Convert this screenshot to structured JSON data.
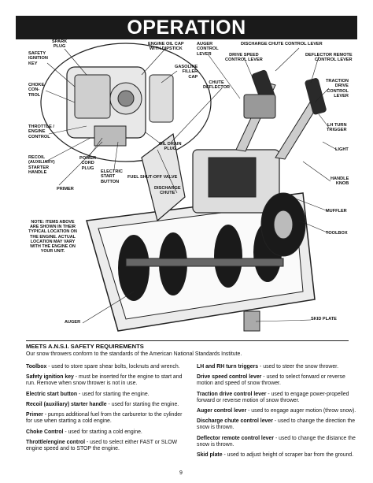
{
  "page": {
    "title": "OPERATION",
    "page_number": "9"
  },
  "figure": {
    "labels": {
      "spark_plug": "SPARK\nPLUG",
      "safety_key": "SAFETY\nIGNITION\nKEY",
      "choke": "CHOKE\nCON-\nTROL",
      "throttle": "THROTTLE /\nENGINE\nCONTROL",
      "recoil": "RECOIL\n(AUXILIARY)\nSTARTER\nHANDLE",
      "power_cord": "POWER\nCORD\nPLUG",
      "electric_start": "ELECTRIC\nSTART\nBUTTON",
      "primer": "PRIMER",
      "engine_oil_cap": "ENGINE OIL CAP\nWITH DIPSTICK",
      "gas_cap": "GASOLINE\nFILLER\nCAP",
      "oil_drain": "OIL DRAIN\nPLUG",
      "fuel_valve": "FUEL SHUT-OFF VALVE",
      "discharge_chute": "DISCHARGE\nCHUTE",
      "auger_lever": "AUGER\nCONTROL\nLEVER",
      "chute_deflector": "CHUTE\nDEFLECTOR",
      "drive_speed": "DRIVE SPEED\nCONTROL LEVER",
      "discharge_chute_lever": "DISCHARGE CHUTE CONTROL LEVER",
      "deflector_remote": "DEFLECTOR REMOTE\nCONTROL LEVER",
      "traction": "TRACTION\nDRIVE\nCONTROL\nLEVER",
      "lh_rh": "LH TURN\nTRIGGER",
      "light": "LIGHT",
      "handle_knob": "HANDLE\nKNOB",
      "muffler": "MUFFLER",
      "toolbox": "TOOLBOX",
      "skid_plate": "SKID PLATE",
      "auger": "AUGER",
      "note": "NOTE: ITEMS\nABOVE ARE\nSHOWN IN THEIR\nTYPICAL LOCATION\nON THE ENGINE.\nACTUAL LOCATION\nMAY VARY WITH\nTHE ENGINE ON\nYOUR UNIT."
    }
  },
  "ansi": {
    "heading": "MEETS A.N.S.I. SAFETY REQUIREMENTS",
    "text": "Our snow throwers conform to the standards of the American National Standards Institute."
  },
  "left_entries": [
    {
      "term": "Toolbox",
      "desc": " - used to store spare shear bolts, locknuts and wrench."
    },
    {
      "term": "Safety ignition key",
      "desc": " - must be inserted for the engine to start and run. Remove when snow thrower is not in use."
    },
    {
      "term": "Electric start button",
      "desc": " - used for starting the engine."
    },
    {
      "term": "Recoil (auxiliary) starter handle",
      "desc": " - used for starting the engine."
    },
    {
      "term": "Primer",
      "desc": " - pumps additional fuel from the carburetor to the cylinder for use when starting a cold engine."
    },
    {
      "term": "Choke Control",
      "desc": " - used for starting a cold engine."
    },
    {
      "term": "Throttle/engine control",
      "desc": " - used to select either FAST or SLOW engine speed and to STOP the engine."
    }
  ],
  "right_entries": [
    {
      "term": "LH and RH turn triggers",
      "desc": " - used to steer the snow thrower."
    },
    {
      "term": "Drive speed control lever",
      "desc": " - used to select forward or reverse motion and speed of snow thrower."
    },
    {
      "term": "Traction drive control lever",
      "desc": " - used to engage power-propelled forward or reverse motion of snow thrower."
    },
    {
      "term": "Auger control lever",
      "desc": " - used to engage auger motion (throw snow)."
    },
    {
      "term": "Discharge chute control lever",
      "desc": " - used to change the direction the snow is thrown."
    },
    {
      "term": "Deflector remote control lever",
      "desc": " - used to change the distance the snow is thrown."
    },
    {
      "term": "Skid plate",
      "desc": " - used to adjust height of scraper bar from the ground."
    }
  ]
}
